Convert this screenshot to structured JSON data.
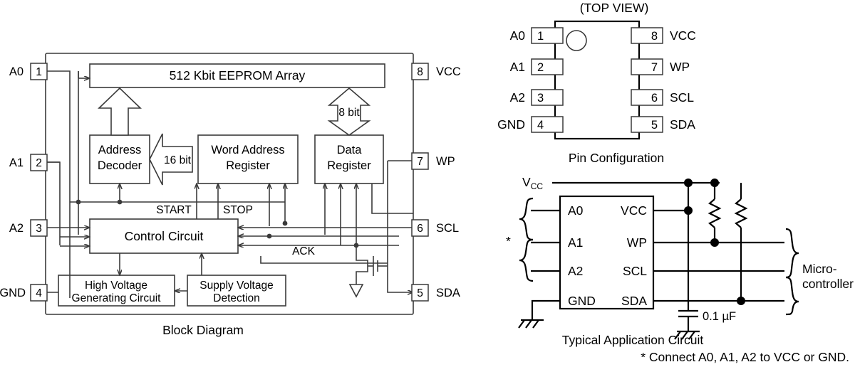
{
  "block_diagram": {
    "caption": "Block Diagram",
    "blocks": [
      {
        "id": "eeprom",
        "label": "512 Kbit EEPROM Array"
      },
      {
        "id": "address_decoder",
        "label_line1": "Address",
        "label_line2": "Decoder"
      },
      {
        "id": "word_address_register",
        "label_line1": "Word Address",
        "label_line2": "Register"
      },
      {
        "id": "data_register",
        "label_line1": "Data",
        "label_line2": "Register"
      },
      {
        "id": "control_circuit",
        "label": "Control Circuit"
      },
      {
        "id": "high_voltage",
        "label_line1": "High Voltage",
        "label_line2": "Generating Circuit"
      },
      {
        "id": "supply_voltage",
        "label_line1": "Supply Voltage",
        "label_line2": "Detection"
      }
    ],
    "bus_labels": {
      "address_bus": "16 bit",
      "data_bus": "8 bit"
    },
    "signals": {
      "start": "START",
      "stop": "STOP",
      "ack": "ACK"
    },
    "pins_left": [
      {
        "num": "1",
        "name": "A0"
      },
      {
        "num": "2",
        "name": "A1"
      },
      {
        "num": "3",
        "name": "A2"
      },
      {
        "num": "4",
        "name": "GND"
      }
    ],
    "pins_right": [
      {
        "num": "8",
        "name": "VCC"
      },
      {
        "num": "7",
        "name": "WP"
      },
      {
        "num": "6",
        "name": "SCL"
      },
      {
        "num": "5",
        "name": "SDA"
      }
    ]
  },
  "pin_configuration": {
    "view_label": "(TOP VIEW)",
    "caption": "Pin Configuration",
    "pins_left": [
      {
        "num": "1",
        "name": "A0"
      },
      {
        "num": "2",
        "name": "A1"
      },
      {
        "num": "3",
        "name": "A2"
      },
      {
        "num": "4",
        "name": "GND"
      }
    ],
    "pins_right": [
      {
        "num": "8",
        "name": "VCC"
      },
      {
        "num": "7",
        "name": "WP"
      },
      {
        "num": "6",
        "name": "SCL"
      },
      {
        "num": "5",
        "name": "SDA"
      }
    ]
  },
  "application_circuit": {
    "caption": "Typical Application Circuit",
    "supply_label": "V",
    "supply_subscript": "CC",
    "chip_pins_left": [
      "A0",
      "A1",
      "A2",
      "GND"
    ],
    "chip_pins_right": [
      "VCC",
      "WP",
      "SCL",
      "SDA"
    ],
    "capacitor_label": "0.1 µF",
    "microcontroller_label_line1": "Micro-",
    "microcontroller_label_line2": "controller",
    "asterisk": "*",
    "footnote": "* Connect A0, A1, A2 to VCC or GND."
  },
  "colors": {
    "line": "#3a3a3a",
    "line_bold": "#000000",
    "background": "#ffffff",
    "text": "#000000"
  }
}
